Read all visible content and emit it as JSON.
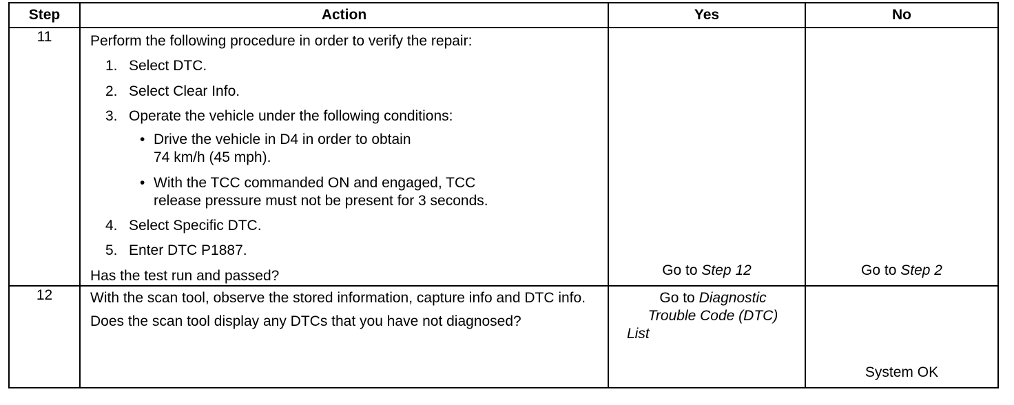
{
  "headers": {
    "step": "Step",
    "action": "Action",
    "yes": "Yes",
    "no": "No"
  },
  "rows": [
    {
      "step": "11",
      "intro": "Perform the following procedure in order to verify the repair:",
      "items": [
        {
          "num": "1.",
          "text": "Select DTC."
        },
        {
          "num": "2.",
          "text": "Select Clear Info."
        },
        {
          "num": "3.",
          "text": "Operate the vehicle under the following conditions:"
        },
        {
          "num": "4.",
          "text": "Select Specific DTC."
        },
        {
          "num": "5.",
          "text": "Enter DTC P1887."
        }
      ],
      "bullets": [
        {
          "line1": "Drive the vehicle in D4 in order to obtain",
          "line2": "74 km/h (45 mph)."
        },
        {
          "line1": "With the TCC commanded ON and engaged, TCC",
          "line2": "release pressure must not be present for 3 seconds."
        }
      ],
      "question": "Has the test run and passed?",
      "yes_prefix": "Go to",
      "yes_ref": "Step 12",
      "no_prefix": "Go to",
      "no_ref": "Step 2"
    },
    {
      "step": "12",
      "action_p1": "With the scan tool, observe the stored information, capture info and DTC info.",
      "action_p2": "Does the scan tool display any DTCs that you have not diagnosed?",
      "yes_prefix": "Go to",
      "yes_ref_line1": "Diagnostic",
      "yes_ref_line2": "Trouble Code (DTC)",
      "yes_ref_line3": "List",
      "no": "System OK"
    }
  ]
}
